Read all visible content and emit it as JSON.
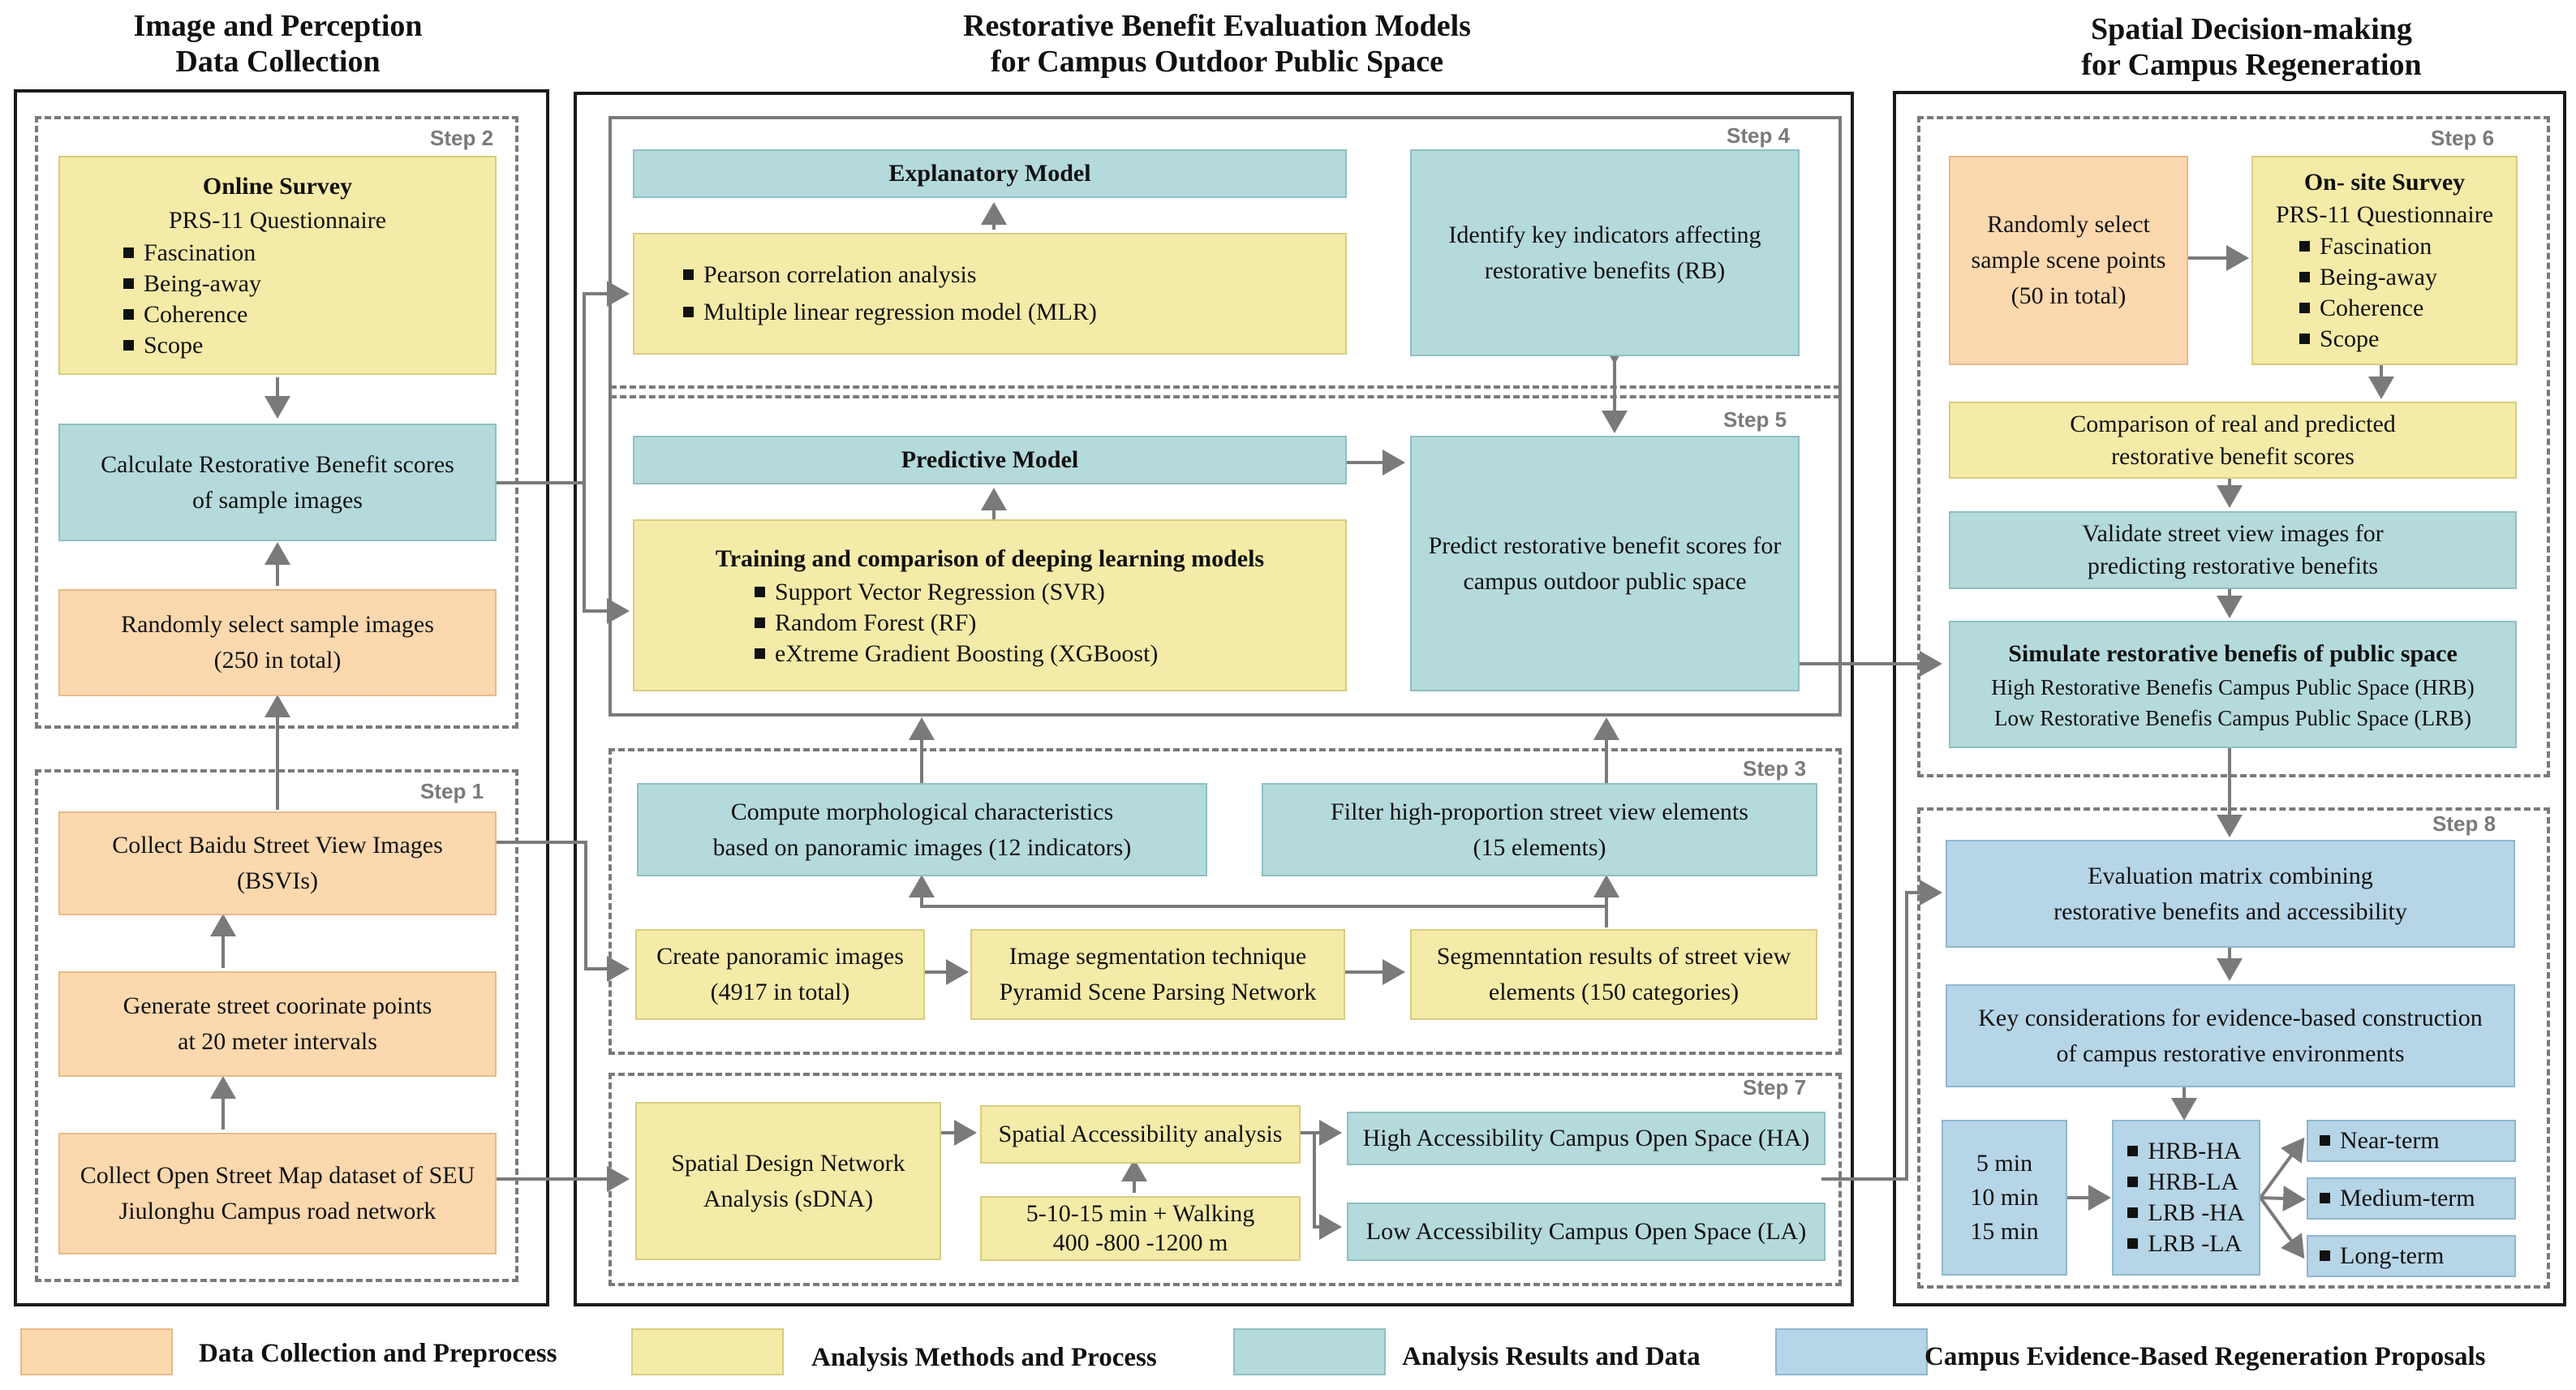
{
  "columns": {
    "left_title": [
      "Image and Perception",
      "Data Collection"
    ],
    "mid_title": [
      "Restorative Benefit Evaluation Models",
      "for Campus Outdoor Public Space"
    ],
    "right_title": [
      "Spatial Decision-making",
      "for Campus Regeneration"
    ]
  },
  "steps": {
    "s1": "Step 1",
    "s2": "Step 2",
    "s3": "Step 3",
    "s4": "Step 4",
    "s5": "Step 5",
    "s6": "Step 6",
    "s7": "Step 7",
    "s8": "Step 8"
  },
  "left": {
    "online_survey": {
      "title": "Online Survey",
      "subtitle": "PRS-11 Questionnaire",
      "items": [
        "Fascination",
        "Being-away",
        "Coherence",
        "Scope"
      ]
    },
    "calculate_scores": [
      "Calculate Restorative Benefit scores",
      "of sample images"
    ],
    "random_images": [
      "Randomly select sample images",
      "(250 in total)"
    ],
    "collect_bsvi": [
      "Collect Baidu Street View Images",
      "(BSVIs)"
    ],
    "generate_points": [
      "Generate street coorinate points",
      "at 20 meter intervals"
    ],
    "collect_osm": [
      "Collect Open Street Map dataset of SEU",
      "Jiulonghu Campus road network"
    ]
  },
  "middle": {
    "explanatory_model": "Explanatory Model",
    "explanatory_items": [
      "Pearson correlation analysis",
      "Multiple linear regression model (MLR)"
    ],
    "identify_indicators": [
      "Identify key indicators affecting",
      "restorative benefits (RB)"
    ],
    "predictive_model": "Predictive Model",
    "training": {
      "title": "Training and comparison of deeping learning models",
      "items": [
        "Support Vector Regression (SVR)",
        "Random Forest (RF)",
        "eXtreme Gradient Boosting (XGBoost)"
      ]
    },
    "predict_scores": [
      "Predict restorative benefit scores for",
      "campus outdoor public space"
    ],
    "compute_morph": [
      "Compute morphological characteristics",
      "based on panoramic images (12 indicators)"
    ],
    "filter_elements": [
      "Filter high-proportion street view elements",
      "(15 elements)"
    ],
    "create_panoramic": [
      "Create panoramic images",
      "(4917 in total)"
    ],
    "segmentation": [
      "Image segmentation technique",
      "Pyramid  Scene  Parsing Network"
    ],
    "seg_results": [
      "Segmenntation results of street view",
      "elements  (150 categories)"
    ],
    "sdna": [
      "Spatial Design Network",
      "Analysis (sDNA)"
    ],
    "accessibility": "Spatial Accessibility analysis",
    "walking": [
      "5-10-15 min + Walking",
      "400 -800 -1200 m"
    ],
    "ha": "High Accessibility Campus Open Space (HA)",
    "la": "Low Accessibility Campus Open Space (LA)"
  },
  "right": {
    "random_points": [
      "Randomly select",
      "sample scene points",
      "(50 in total)"
    ],
    "onsite_survey": {
      "title": "On- site Survey",
      "subtitle": "PRS-11 Questionnaire",
      "items": [
        "Fascination",
        "Being-away",
        "Coherence",
        "Scope"
      ]
    },
    "comparison": [
      "Comparison of real and predicted",
      "restorative benefit scores"
    ],
    "validate": [
      "Validate street view images for",
      "predicting restorative benefits"
    ],
    "simulate": {
      "title": "Simulate restorative benefis of  public space",
      "lines": [
        "High  Restorative Benefis Campus Public Space (HRB)",
        "Low  Restorative Benefis Campus Public Space (LRB)"
      ]
    },
    "evaluation_matrix": [
      "Evaluation matrix combining",
      "restorative benefits and accessibility"
    ],
    "key_considerations": [
      "Key considerations for evidence-based construction",
      "of campus restorative environments"
    ],
    "minutes": [
      "5  min",
      "10 min",
      "15 min"
    ],
    "combos": [
      "HRB-HA",
      "HRB-LA",
      "LRB -HA",
      "LRB -LA"
    ],
    "terms": [
      "Near-term",
      "Medium-term",
      "Long-term"
    ]
  },
  "legend": [
    {
      "label": "Data Collection and Preprocess",
      "color": "#fcd8ae"
    },
    {
      "label": "Analysis Methods and Process",
      "color": "#f4eba8"
    },
    {
      "label": "Analysis Results and Data",
      "color": "#b5dadb"
    },
    {
      "label": "Campus Evidence-Based Regeneration Proposals",
      "color": "#b6d5e6"
    }
  ]
}
